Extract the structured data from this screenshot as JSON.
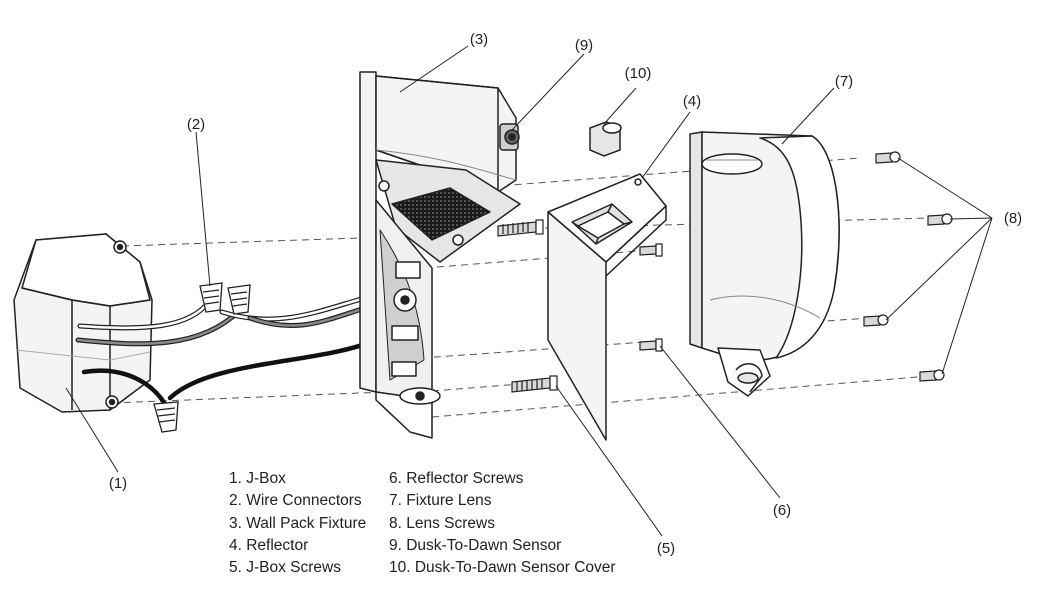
{
  "callouts": {
    "c1": "(1)",
    "c2": "(2)",
    "c3": "(3)",
    "c4": "(4)",
    "c5": "(5)",
    "c6": "(6)",
    "c7": "(7)",
    "c8": "(8)",
    "c9": "(9)",
    "c10": "(10)"
  },
  "legend": {
    "left": [
      "1. J-Box",
      "2. Wire Connectors",
      "3. Wall Pack Fixture",
      "4. Reflector",
      "5. J-Box Screws"
    ],
    "right": [
      "6. Reflector Screws",
      "7. Fixture Lens",
      "8. Lens Screws",
      "9. Dusk-To-Dawn Sensor",
      "10. Dusk-To-Dawn Sensor Cover"
    ]
  },
  "colors": {
    "line": "#222222",
    "dash": "#555555",
    "part_fill": "#f4f4f4",
    "shade": "#d9d9d9",
    "dark": "#1a1a1a",
    "wire_gray": "#8a8a8a"
  }
}
